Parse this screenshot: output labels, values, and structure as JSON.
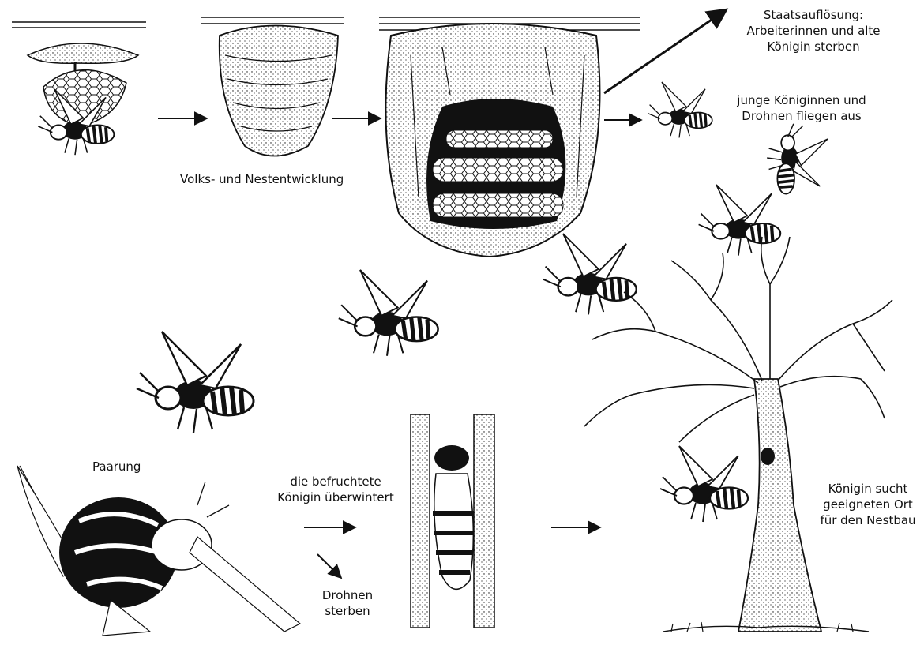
{
  "labels": {
    "nest_development": "Volks- und Nestentwicklung",
    "colony_dissolution": [
      "Staatsauflösung:",
      "Arbeiterinnen und alte",
      "Königin sterben"
    ],
    "young_queens_fly_out": [
      "junge Königinnen und",
      "Drohnen fliegen aus"
    ],
    "mating": "Paarung",
    "queen_overwinters": [
      "die befruchtete",
      "Königin überwintert"
    ],
    "drones_die": [
      "Drohnen",
      "sterben"
    ],
    "queen_seeks_nest_site": [
      "Königin sucht",
      "geeigneten Ort",
      "für den Nestbau"
    ]
  },
  "colors": {
    "ink": "#111111",
    "paper": "#ffffff"
  }
}
